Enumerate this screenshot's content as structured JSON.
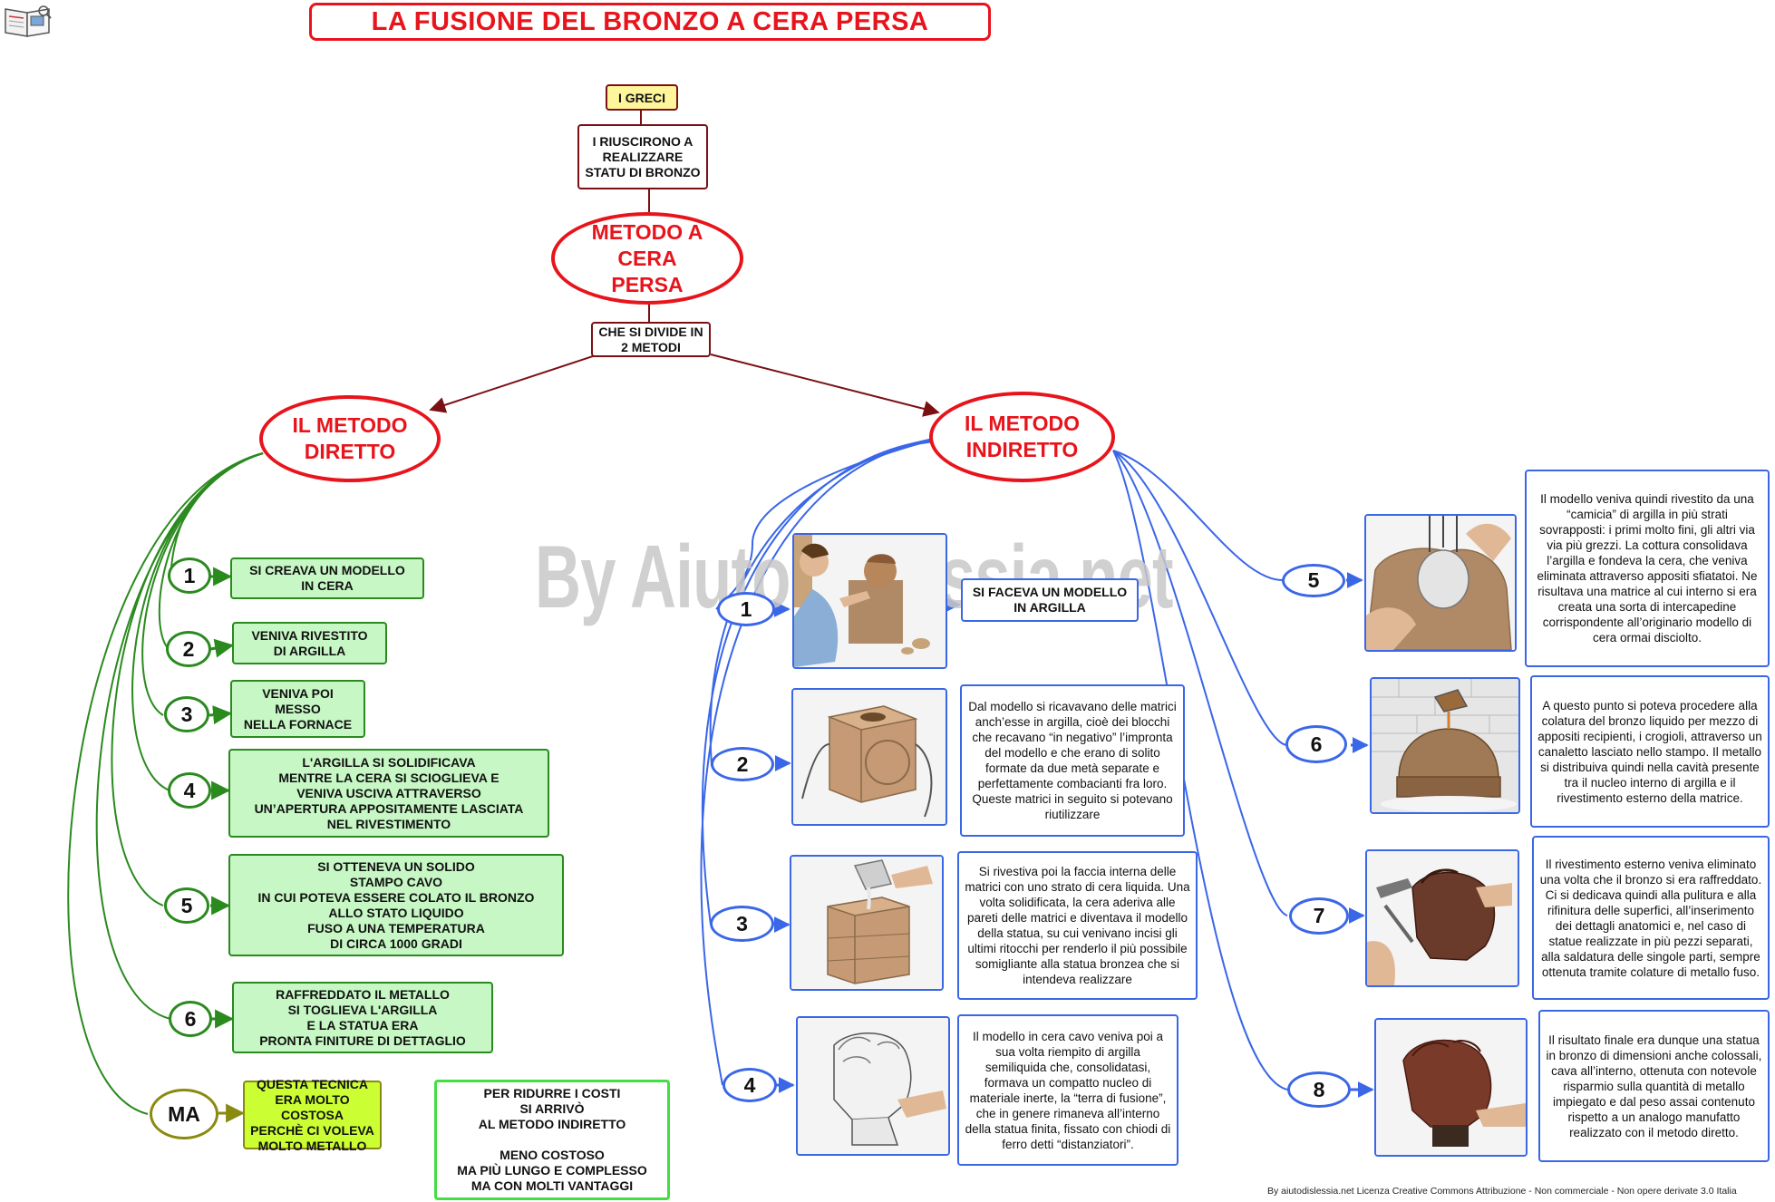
{
  "title": "LA FUSIONE DEL BRONZO A CERA PERSA",
  "watermark": "By AiutoDislessia.net",
  "footer": "By aiutodislessia.net Licenza Creative Commons Attribuzione - Non commerciale - Non opere derivate 3.0 Italia",
  "top": {
    "greci": "I GRECI",
    "riuscirono": "I RIUSCIRONO A REALIZZARE STATU DI BRONZO",
    "metodo": "METODO A CERA PERSA",
    "divide": "CHE SI DIVIDE IN 2 METODI"
  },
  "diretto": {
    "title": "IL METODO DIRETTO",
    "steps": [
      {
        "num": "1",
        "text": "SI CREAVA UN MODELLO\nIN CERA"
      },
      {
        "num": "2",
        "text": "VENIVA RIVESTITO\nDI ARGILLA"
      },
      {
        "num": "3",
        "text": "VENIVA POI\nMESSO\nNELLA FORNACE"
      },
      {
        "num": "4",
        "text": "L'ARGILLA SI SOLIDIFICAVA\nMENTRE LA CERA SI SCIOGLIEVA E\nVENIVA USCIVA ATTRAVERSO\nUN’APERTURA APPOSITAMENTE LASCIATA\nNEL RIVESTIMENTO"
      },
      {
        "num": "5",
        "text": "SI OTTENEVA UN SOLIDO\nSTAMPO CAVO\nIN CUI POTEVA ESSERE COLATO IL BRONZO\nALLO STATO LIQUIDO\nFUSO  A  UNA  TEMPERATURA\nDI  CIRCA 1000 GRADI"
      },
      {
        "num": "6",
        "text": "RAFFREDDATO IL METALLO\nSI TOGLIEVA L'ARGILLA\nE LA STATUA ERA\nPRONTA  FINITURE DI DETTAGLIO"
      }
    ],
    "ma": {
      "num": "MA",
      "text": "QUESTA TECNICA\nERA MOLTO COSTOSA\nPERCHÈ CI VOLEVA\nMOLTO METALLO"
    },
    "final": "PER RIDURRE I COSTI\nSI ARRIVÒ\nAL METODO INDIRETTO\n\nMENO COSTOSO\nMA PIÙ LUNGO E COMPLESSO\nMA CON MOLTI VANTAGGI"
  },
  "indiretto": {
    "title": "IL METODO INDIRETTO",
    "steps": [
      {
        "num": "1",
        "text": "SI FACEVA UN MODELLO IN ARGILLA",
        "icon": "sculptor-clay-icon"
      },
      {
        "num": "2",
        "text": "Dal modello si ricavavano delle matrici anch’esse in argilla, cioè dei blocchi che recavano “in negativo” l’impronta del modello e che erano di solito formate da due metà separate e perfettamente combacianti fra loro. Queste matrici in seguito si potevano riutilizzare",
        "icon": "clay-mold-icon"
      },
      {
        "num": "3",
        "text": "Si rivestiva poi la faccia interna delle matrici con uno strato di cera liquida. Una volta solidificata, la cera aderiva alle pareti delle matrici e diventava il modello della statua, su cui venivano incisi gli ultimi ritocchi per renderlo il più possibile somigliante alla statua bronzea che si intendeva realizzare",
        "icon": "wax-pouring-icon"
      },
      {
        "num": "4",
        "text": "Il modello in cera cavo veniva poi a sua volta riempito di argilla semiliquida che, consolidatasi, formava un compatto nucleo di materiale inerte, la “terra di fusione”, che in genere rimaneva all’interno della statua finita, fissato con chiodi di ferro detti “distanziatori”.",
        "icon": "wax-head-icon"
      },
      {
        "num": "5",
        "text": "Il modello veniva quindi rivestito da una “camicia” di argilla in più strati sovrapposti: i primi molto fini, gli altri via via più grezzi. La cottura consolidava l’argilla e fondeva la cera, che veniva eliminata attraverso appositi sfiatatoi. Ne risultava una matrice al cui interno si era creata una sorta di intercapedine corrispondente all’originario modello di cera ormai disciolto.",
        "icon": "clay-coating-icon"
      },
      {
        "num": "6",
        "text": "A questo punto si poteva procedere alla colatura del bronzo liquido per mezzo di appositi recipienti, i crogioli, attraverso un canaletto lasciato nello stampo. Il metallo si distribuiva quindi nella cavità presente tra il nucleo interno di argilla e il rivestimento esterno della matrice.",
        "icon": "bronze-casting-icon"
      },
      {
        "num": "7",
        "text": "Il rivestimento esterno veniva eliminato una volta che il bronzo si era raffreddato. Ci si dedicava quindi alla pulitura e alla rifinitura delle superfici, all’inserimento dei dettagli anatomici e, nel caso di statue realizzate in più pezzi separati, alla saldatura delle singole parti, sempre ottenuta tramite colature di metallo fuso.",
        "icon": "finishing-head-icon"
      },
      {
        "num": "8",
        "text": "Il risultato finale era dunque una statua in bronzo di dimensioni anche colossali, cava all’interno, ottenuta con notevole risparmio sulla quantità di metallo impiegato e dal peso assai contenuto rispetto a un analogo manufatto realizzato con il metodo diretto.",
        "icon": "bronze-head-icon"
      }
    ]
  },
  "colors": {
    "red": "#e8141c",
    "dark_red": "#7b1014",
    "green": "#2a8a1e",
    "blue": "#3a66e8",
    "light_green": "#c6f7c4",
    "lime": "#ccff33",
    "yellow": "#fff59a"
  }
}
